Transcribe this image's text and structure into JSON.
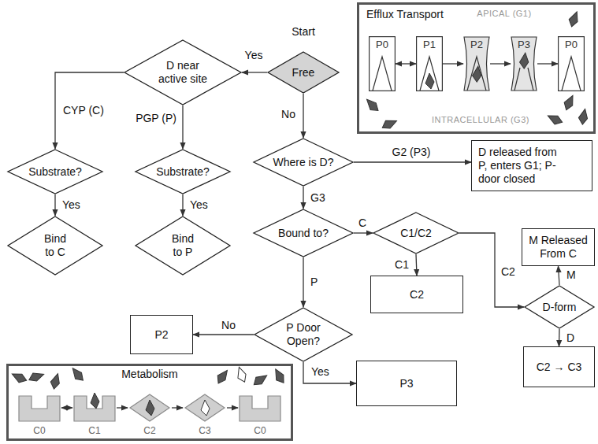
{
  "diagram": {
    "nodes": [
      {
        "text": [
          "Free"
        ]
      },
      {
        "text": [
          "D near active site"
        ]
      },
      {
        "text": [
          "Substrate?"
        ]
      },
      {
        "text": [
          "Substrate?"
        ]
      },
      {
        "text": [
          "Bind to C"
        ]
      },
      {
        "text": [
          "Bind to P"
        ]
      },
      {
        "text": [
          "Where is D?"
        ]
      },
      {
        "text": [
          "D released from P, enters G1; P-door closed"
        ]
      },
      {
        "text": [
          "Bound to?"
        ]
      },
      {
        "text": [
          "C1/C2"
        ]
      },
      {
        "text": [
          "C2"
        ]
      },
      {
        "text": [
          "P Door Open?"
        ]
      },
      {
        "text": [
          "P2"
        ]
      },
      {
        "text": [
          "P3"
        ]
      },
      {
        "text": [
          "D-form"
        ]
      },
      {
        "text": [
          "M Released From C"
        ]
      },
      {
        "text": [
          "C2 → C3"
        ]
      },
      {
        "text": [
          "Efflux Transport"
        ]
      },
      {
        "text": [
          "P0"
        ],
        "in": 17
      },
      {
        "text": [
          "P1"
        ],
        "in": 17
      },
      {
        "text": [
          "P2"
        ],
        "in": 17
      },
      {
        "text": [
          "P3"
        ],
        "in": 17
      },
      {
        "text": [
          "P0"
        ],
        "in": 17
      },
      {
        "text": [
          "Metabolism"
        ]
      },
      {
        "text": [
          "C0"
        ],
        "in": 23
      },
      {
        "text": [
          "C1"
        ],
        "in": 23
      },
      {
        "text": [
          "C2"
        ],
        "in": 23
      },
      {
        "text": [
          "C3"
        ],
        "in": 23
      },
      {
        "text": [
          "C0"
        ],
        "in": 23
      }
    ],
    "edges": [
      {
        "from": 0,
        "to": 1,
        "label": "Yes",
        "arrow": "to"
      },
      {
        "from": 0,
        "to": 6,
        "label": "No",
        "arrow": "to"
      },
      {
        "from": 1,
        "to": 2,
        "label": "CYP (C)",
        "arrow": "to"
      },
      {
        "from": 1,
        "to": 3,
        "label": "PGP (P)",
        "arrow": "to"
      },
      {
        "from": 2,
        "to": 4,
        "label": "Yes",
        "arrow": "to"
      },
      {
        "from": 3,
        "to": 5,
        "label": "Yes",
        "arrow": "to"
      },
      {
        "from": 6,
        "to": 7,
        "label": "G2 (P3)",
        "arrow": "to"
      },
      {
        "from": 6,
        "to": 8,
        "label": "G3",
        "arrow": "to"
      },
      {
        "from": 8,
        "to": 9,
        "label": "C",
        "arrow": "to"
      },
      {
        "from": 8,
        "to": 11,
        "label": "P",
        "arrow": "to"
      },
      {
        "from": 9,
        "to": 10,
        "label": "C1",
        "arrow": "to"
      },
      {
        "from": 9,
        "to": 14,
        "label": "C2",
        "arrow": "to"
      },
      {
        "from": 14,
        "to": 15,
        "label": "M",
        "arrow": "to"
      },
      {
        "from": 14,
        "to": 16,
        "label": "D",
        "arrow": "to"
      },
      {
        "from": 11,
        "to": 12,
        "label": "No",
        "arrow": "to"
      },
      {
        "from": 11,
        "to": 13,
        "label": "Yes",
        "arrow": "to"
      },
      {
        "from": 18,
        "to": 19,
        "arrow": "both"
      },
      {
        "from": 19,
        "to": 20,
        "arrow": "to"
      },
      {
        "from": 20,
        "to": 21,
        "arrow": "to"
      },
      {
        "from": 21,
        "to": 22,
        "arrow": "to"
      },
      {
        "from": 24,
        "to": 25,
        "arrow": "both"
      },
      {
        "from": 25,
        "to": 26,
        "arrow": "to"
      },
      {
        "from": 26,
        "to": 27,
        "arrow": "to"
      },
      {
        "from": 27,
        "to": 28,
        "arrow": "to"
      }
    ],
    "labels": [
      "Start",
      "APICAL (G1)",
      "INTRACELLULAR (G3)"
    ]
  }
}
